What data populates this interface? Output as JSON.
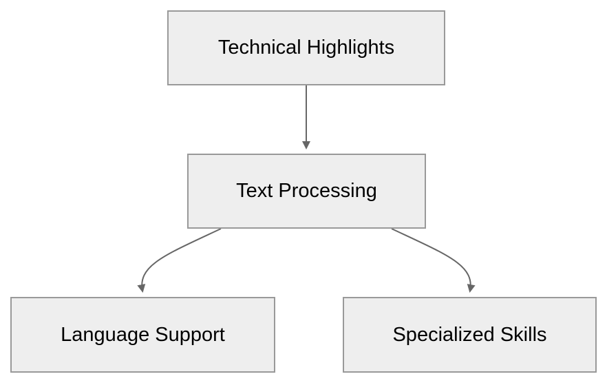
{
  "nodes": {
    "root": {
      "label": "Technical Highlights"
    },
    "middle": {
      "label": "Text Processing"
    },
    "left": {
      "label": "Language Support"
    },
    "right": {
      "label": "Specialized Skills"
    }
  },
  "colors": {
    "node_fill": "#eeeeee",
    "node_border": "#999999",
    "edge": "#666666",
    "text": "#000000",
    "background": "#ffffff"
  }
}
